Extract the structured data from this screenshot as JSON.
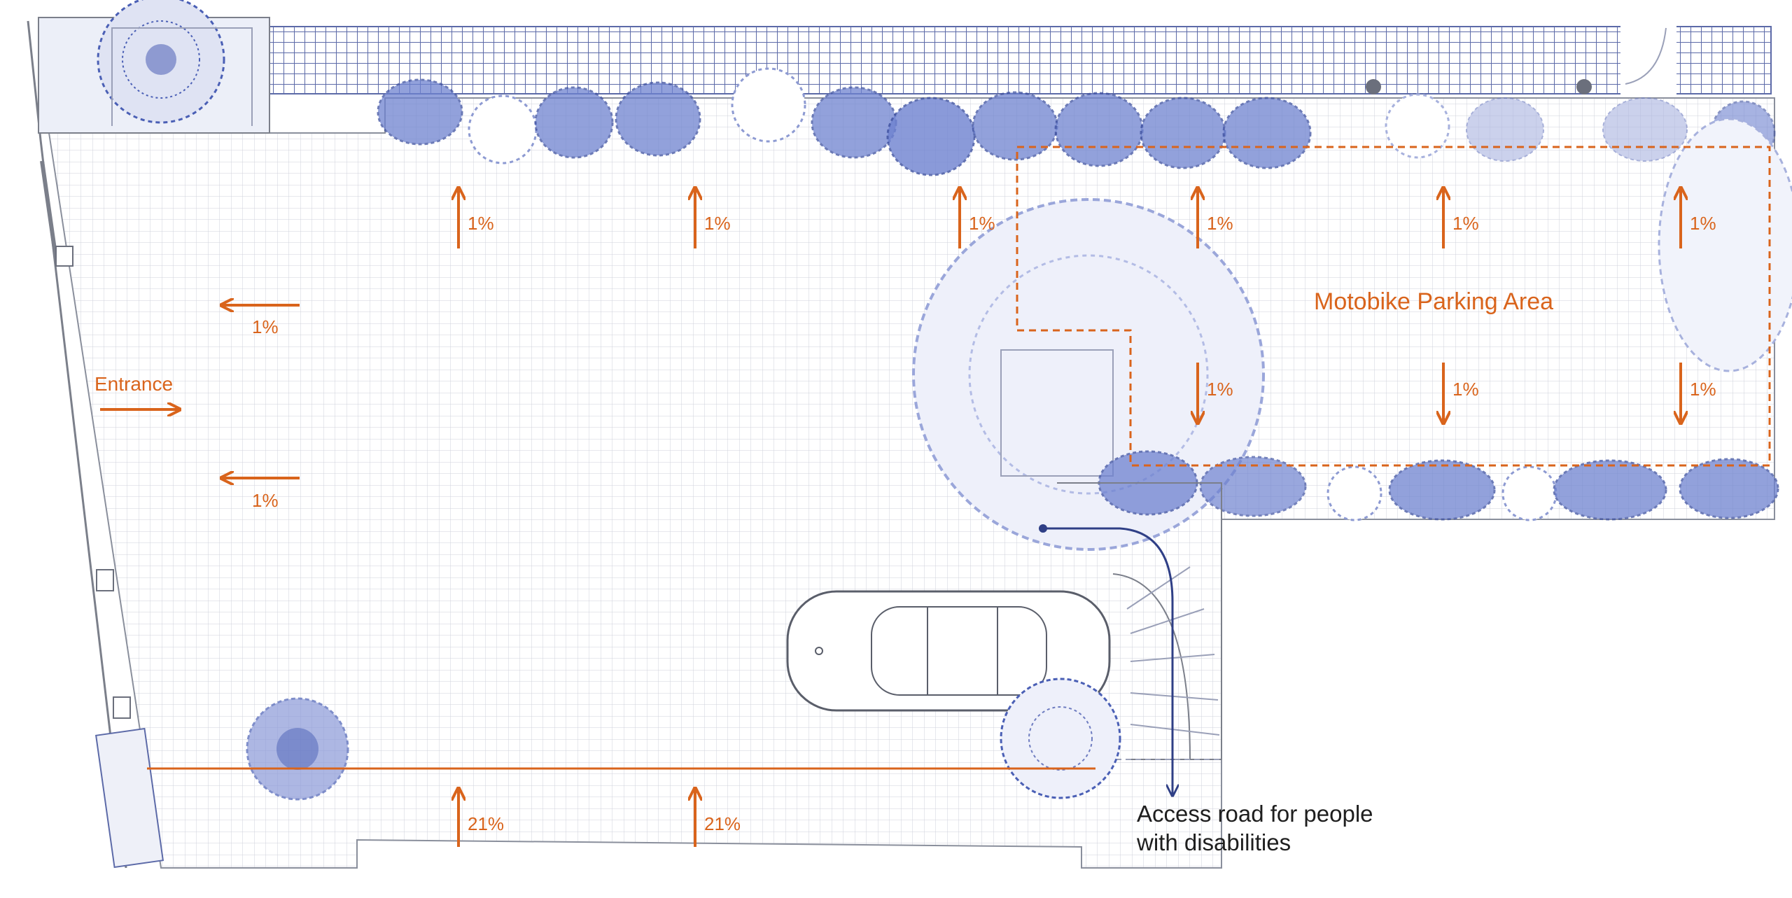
{
  "colors": {
    "accent": "#d9641c",
    "plants": "#4a5fb5",
    "plants_light": "#aab4e0",
    "grid": "#c9ccd6",
    "fence": "#5c6aa8",
    "route": "#2f3f86",
    "text_dark": "#1e1e1e"
  },
  "labels": {
    "entrance": "Entrance",
    "parking_area": "Motobike Parking Area",
    "access_line1": "Access road for people",
    "access_line2": "with disabilities"
  },
  "slopes": [
    {
      "id": "top-1",
      "value": "1%",
      "direction": "up"
    },
    {
      "id": "top-2",
      "value": "1%",
      "direction": "up"
    },
    {
      "id": "top-3",
      "value": "1%",
      "direction": "up"
    },
    {
      "id": "top-4",
      "value": "1%",
      "direction": "up"
    },
    {
      "id": "top-5",
      "value": "1%",
      "direction": "up"
    },
    {
      "id": "top-6",
      "value": "1%",
      "direction": "up"
    },
    {
      "id": "park-1",
      "value": "1%",
      "direction": "down"
    },
    {
      "id": "park-2",
      "value": "1%",
      "direction": "down"
    },
    {
      "id": "park-3",
      "value": "1%",
      "direction": "down"
    },
    {
      "id": "left-1",
      "value": "1%",
      "direction": "left"
    },
    {
      "id": "left-2",
      "value": "1%",
      "direction": "left"
    },
    {
      "id": "bottom-1",
      "value": "21%",
      "direction": "up"
    },
    {
      "id": "bottom-2",
      "value": "21%",
      "direction": "up"
    }
  ],
  "icons": [
    "shrub-icon",
    "tree-icon",
    "car-icon",
    "arrow-icon",
    "bollard-icon",
    "stairs-icon"
  ]
}
